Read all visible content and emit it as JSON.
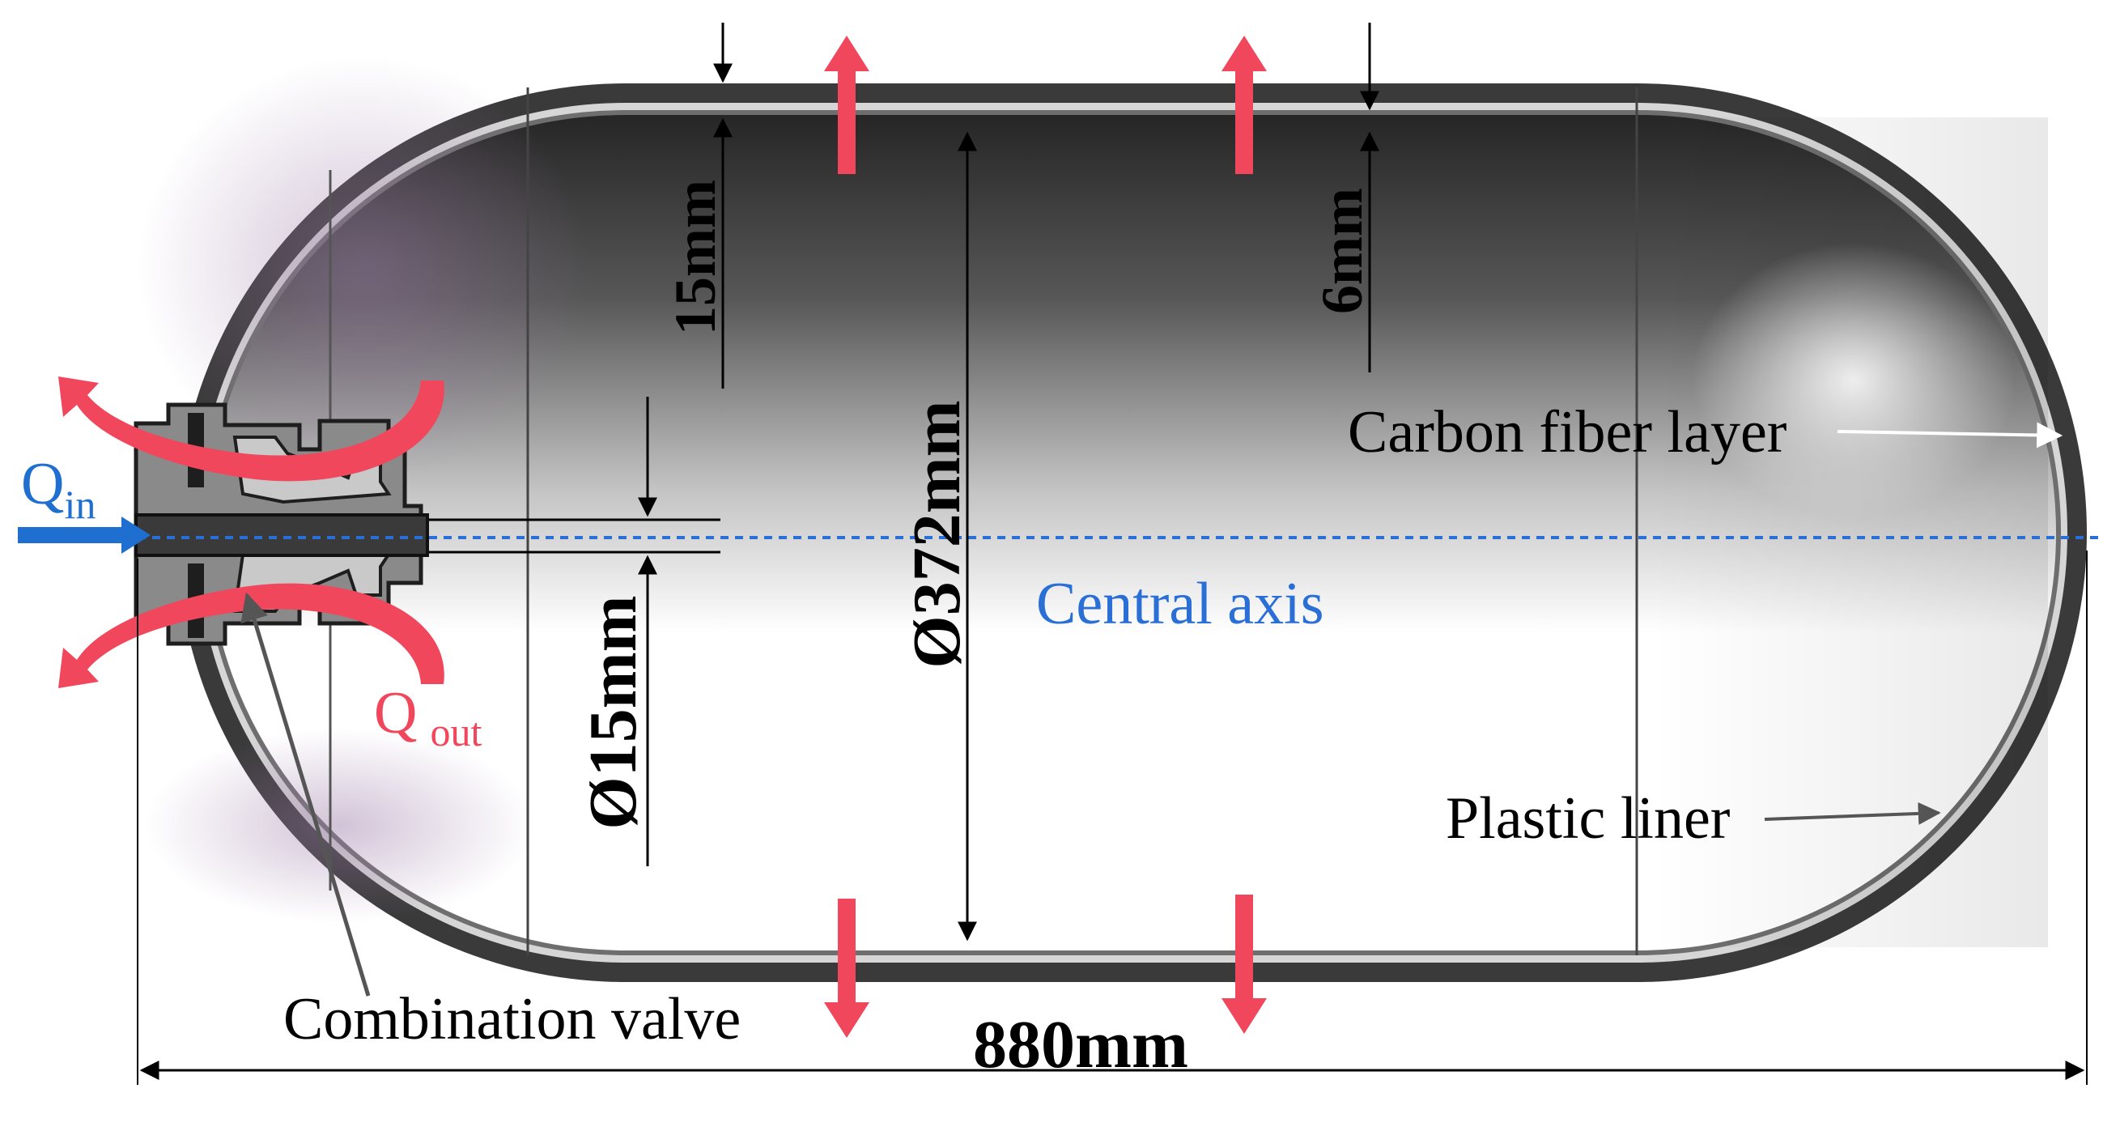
{
  "labels": {
    "q_in_main": "Q",
    "q_in_sub": "in",
    "q_out_main": "Q",
    "q_out_sub": "out",
    "carbon_fiber_layer": "Carbon fiber layer",
    "plastic_liner": "Plastic liner",
    "central_axis": "Central axis",
    "combination_valve": "Combination valve"
  },
  "dimensions": {
    "overall_length": "880mm",
    "outer_diameter": "Ø372mm",
    "port_diameter": "Ø15mm",
    "wall_thickness_carbon": "15mm",
    "wall_thickness_liner": "6mm"
  },
  "colors": {
    "inflow": "#1f6fd1",
    "outflow": "#f0475c",
    "axis": "#2a6fd6",
    "carbon_layer": "#3a3a3a",
    "liner": "#c8c8c8",
    "valve": "#777777"
  },
  "icons": {
    "inflow_arrow": "arrow-right-icon",
    "outflow_arrows": "curved-arrow-icon",
    "heat_exchange_arrows": "double-arrow-icon"
  }
}
